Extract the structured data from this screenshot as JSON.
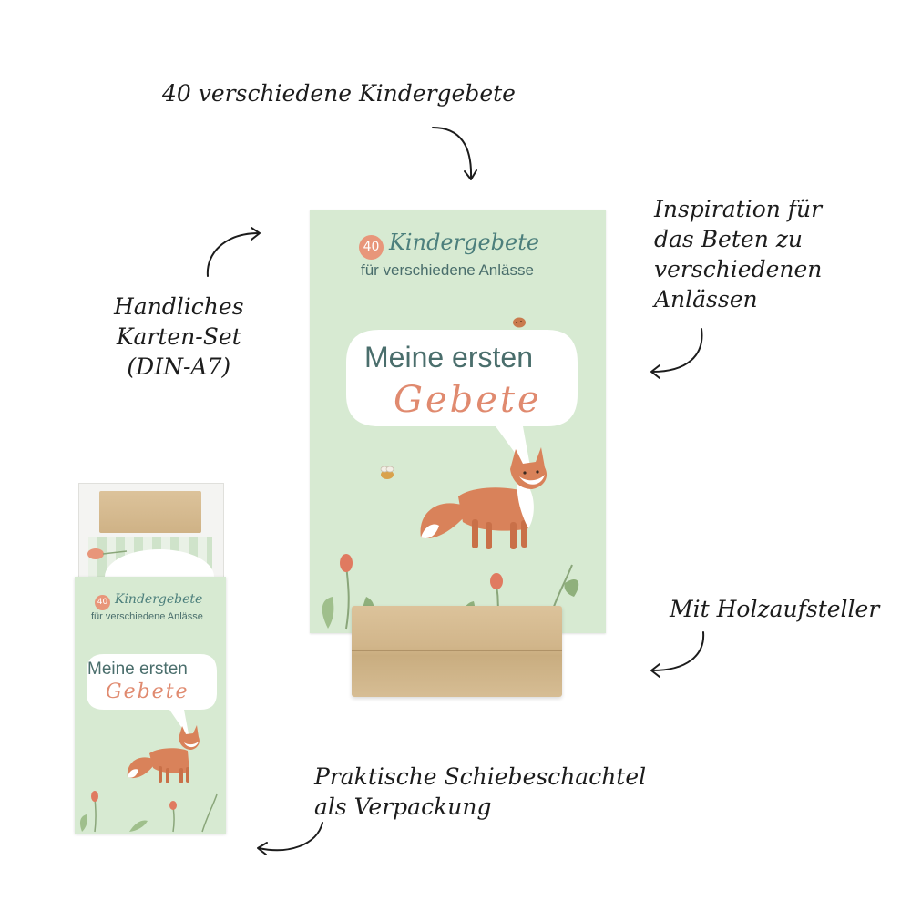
{
  "annotations": {
    "kindergebete": "40 verschiedene Kindergebete",
    "inspiration": "Inspiration für\ndas Beten zu\nverschiedenen\nAnlässen",
    "karten_set": "Handliches\nKarten-Set\n(DIN-A7)",
    "holzaufsteller": "Mit Holzaufsteller",
    "schiebeschachtel": "Praktische Schiebeschachtel\nals Verpackung"
  },
  "card": {
    "badge_number": "40",
    "title": "Kindergebete",
    "subtitle": "für verschiedene Anlässe",
    "bubble_line1": "Meine ersten",
    "bubble_line2": "Gebete"
  },
  "box": {
    "badge_number": "40",
    "title": "Kindergebete",
    "subtitle": "für verschiedene Anlässe",
    "bubble_line1": "Meine ersten",
    "bubble_line2": "Gebete"
  },
  "colors": {
    "card_background": "#d7ead2",
    "teal_text": "#4a6e6c",
    "salmon": "#e8967a",
    "wood": "#d1b58a",
    "fox": "#d9825a"
  }
}
